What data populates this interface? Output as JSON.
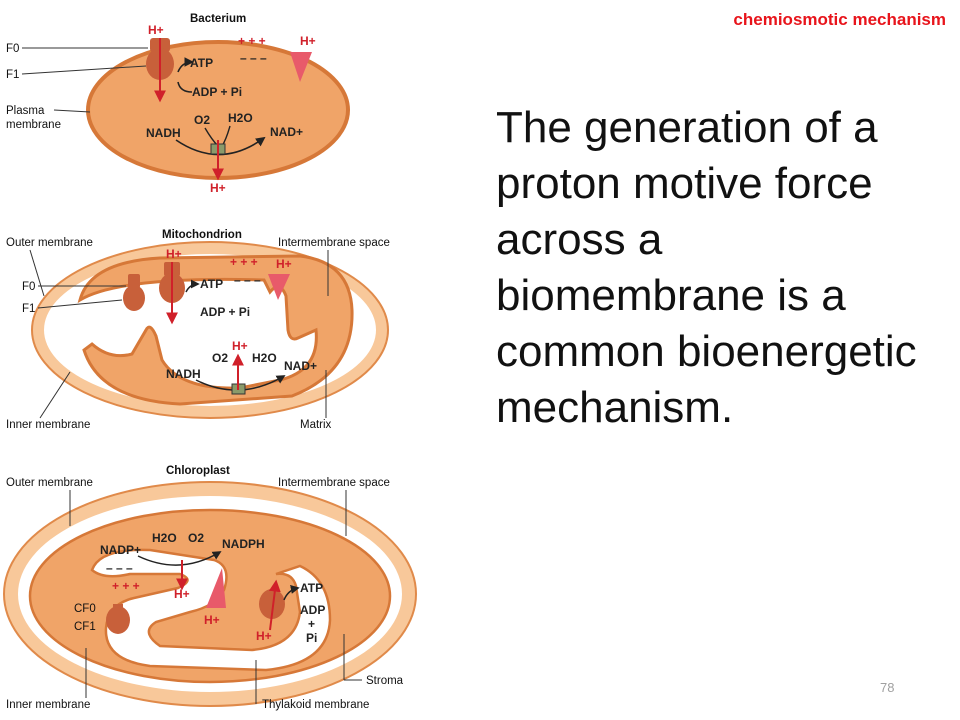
{
  "slide": {
    "title": "chemiosmotic mechanism",
    "body": "The generation of a proton motive force across a biomembrane is a common bioenergetic mechanism.",
    "page_number": "78"
  },
  "colors": {
    "membrane_orange": "#f0a468",
    "membrane_light": "#f8c89a",
    "accent_red": "#d0202a",
    "title_red": "#e8141b",
    "atpase_red": "#c8603a"
  },
  "bacterium": {
    "title": "Bacterium",
    "labels": {
      "f0": "F0",
      "f1": "F1",
      "plasma": "Plasma",
      "membrane": "membrane"
    },
    "chem": {
      "atp": "ATP",
      "adp": "ADP + Pi",
      "nadh": "NADH",
      "o2": "O2",
      "h2o": "H2O",
      "nad": "NAD+",
      "h": "H+",
      "plus": "+ + +",
      "minus": "– – –"
    }
  },
  "mitochondrion": {
    "title": "Mitochondrion",
    "labels": {
      "outer": "Outer membrane",
      "inner": "Inner membrane",
      "intermembrane": "Intermembrane space",
      "matrix": "Matrix",
      "f0": "F0",
      "f1": "F1"
    },
    "chem": {
      "atp": "ATP",
      "adp": "ADP + Pi",
      "nadh": "NADH",
      "o2": "O2",
      "h2o": "H2O",
      "nad": "NAD+",
      "h": "H+",
      "plus": "+ + +",
      "minus": "– – –"
    }
  },
  "chloroplast": {
    "title": "Chloroplast",
    "labels": {
      "outer": "Outer membrane",
      "inner": "Inner membrane",
      "intermembrane": "Intermembrane space",
      "stroma": "Stroma",
      "thylakoid": "Thylakoid membrane",
      "cf0": "CF0",
      "cf1": "CF1"
    },
    "chem": {
      "nadp": "NADP+",
      "h2o": "H2O",
      "o2": "O2",
      "nadph": "NADPH",
      "atp": "ATP",
      "adp": "ADP",
      "plus_sign": "+",
      "pi": "Pi",
      "h": "H+",
      "plus": "+ + +",
      "minus": "– – –"
    }
  }
}
